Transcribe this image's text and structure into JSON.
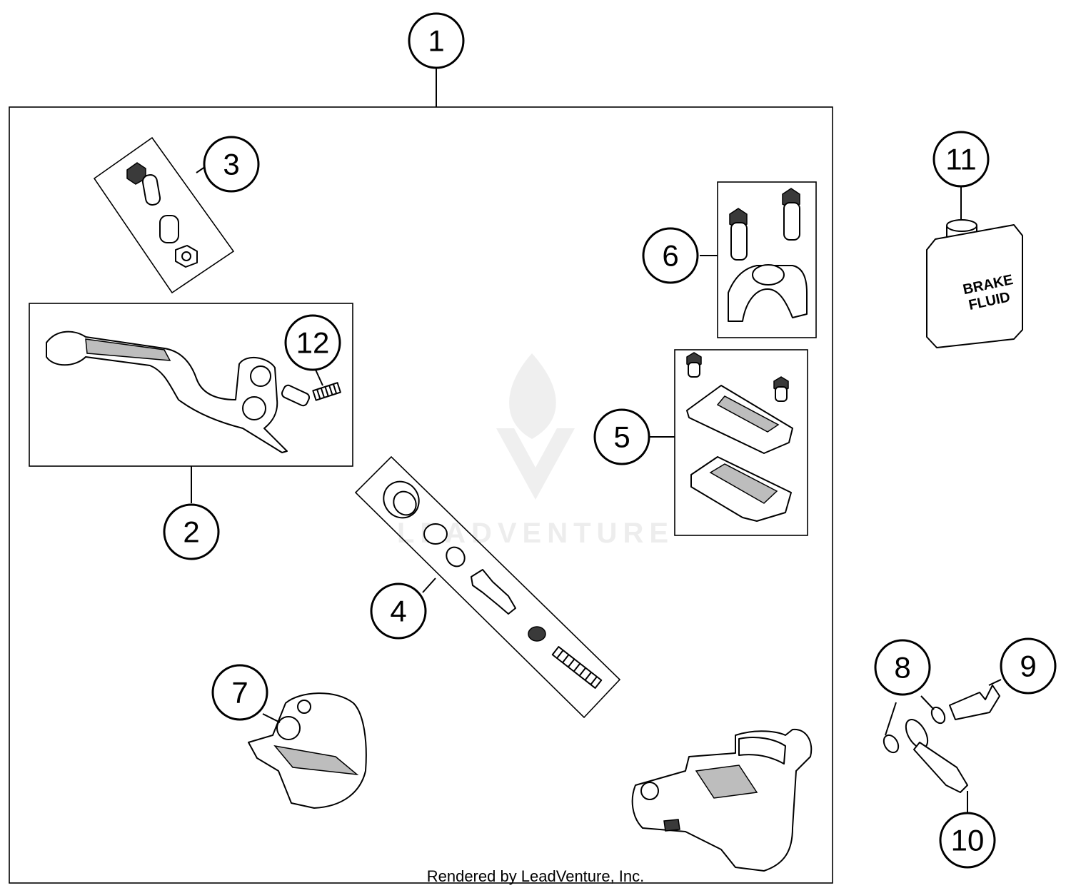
{
  "callouts": [
    {
      "id": "1",
      "label": "1"
    },
    {
      "id": "2",
      "label": "2"
    },
    {
      "id": "3",
      "label": "3"
    },
    {
      "id": "4",
      "label": "4"
    },
    {
      "id": "5",
      "label": "5"
    },
    {
      "id": "6",
      "label": "6"
    },
    {
      "id": "7",
      "label": "7"
    },
    {
      "id": "8",
      "label": "8"
    },
    {
      "id": "9",
      "label": "9"
    },
    {
      "id": "10",
      "label": "10"
    },
    {
      "id": "11",
      "label": "11"
    },
    {
      "id": "12",
      "label": "12"
    }
  ],
  "bottle": {
    "line1": "BRAKE",
    "line2": "FLUID"
  },
  "watermark": {
    "text": "LEADVENTURE"
  },
  "footer": {
    "text": "Rendered by LeadVenture, Inc."
  },
  "colors": {
    "line": "#000000",
    "background": "#ffffff",
    "watermark": "#ededed"
  }
}
